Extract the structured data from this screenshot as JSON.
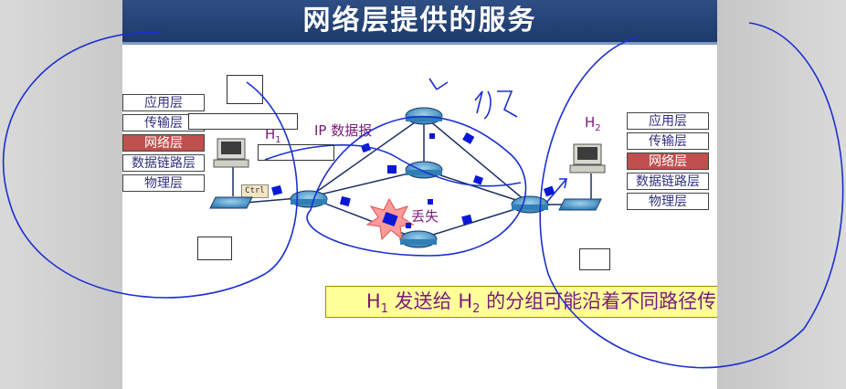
{
  "slide": {
    "title": "网络层提供的服务",
    "caption_h1": "H",
    "caption_h1_sub": "1",
    "caption_mid": " 发送给 H",
    "caption_h2_sub": "2",
    "caption_end": " 的分组可能沿着不同路径传送"
  },
  "left_stack": {
    "layers": [
      "应用层",
      "传输层",
      "网络层",
      "数据链路层",
      "物理层"
    ],
    "host_label": "H",
    "host_sub": "1"
  },
  "right_stack": {
    "layers": [
      "应用层",
      "传输层",
      "网络层",
      "数据链路层",
      "物理层"
    ],
    "host_label": "H",
    "host_sub": "2"
  },
  "labels": {
    "ip_datagram": "IP 数据报",
    "lost": "丢失",
    "ctrl_key": "Ctrl"
  },
  "colors": {
    "title_bg": "#1c3a6b",
    "highlight_layer": "#c0504d",
    "caption_bg": "#ffff99",
    "packet": "#0a18d6",
    "pen": "#1a2fd0"
  }
}
